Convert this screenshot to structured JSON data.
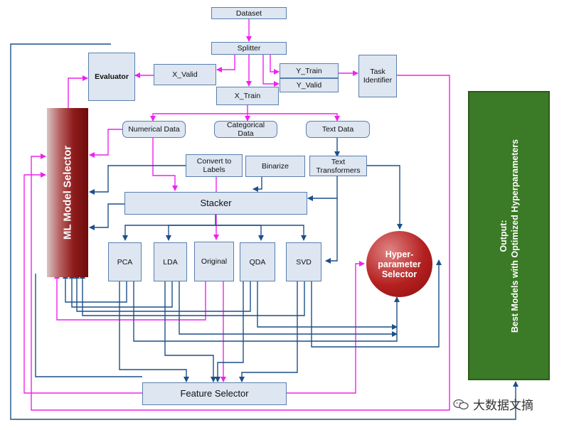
{
  "nodes": {
    "dataset": "Dataset",
    "splitter": "Splitter",
    "x_valid": "X_Valid",
    "y_train": "Y_Train",
    "y_valid": "Y_Valid",
    "x_train": "X_Train",
    "evaluator": "Evaluator",
    "task_identifier": "Task Identifier",
    "numerical_data": "Numerical Data",
    "categorical_data": "Categorical Data",
    "text_data": "Text Data",
    "convert_to_labels": "Convert to Labels",
    "binarize": "Binarize",
    "text_transformers": "Text Transformers",
    "stacker": "Stacker",
    "pca": "PCA",
    "lda": "LDA",
    "original": "Original",
    "qda": "QDA",
    "svd": "SVD",
    "feature_selector": "Feature Selector",
    "ml_model_selector": "ML Model Selector",
    "hyperparameter_selector": "Hyper-parameter Selector",
    "output_line1": "Output:",
    "output_line2": "Best Models with Optimized Hyperparameters"
  },
  "watermark": "大数据文摘",
  "colors": {
    "box_fill": "#dde6f1",
    "box_border": "#5a7fae",
    "arrow_magenta": "#ee22ee",
    "arrow_navy": "#1c4f8a",
    "model_selector": "#8e1a1a",
    "output_panel": "#3b7a26"
  }
}
